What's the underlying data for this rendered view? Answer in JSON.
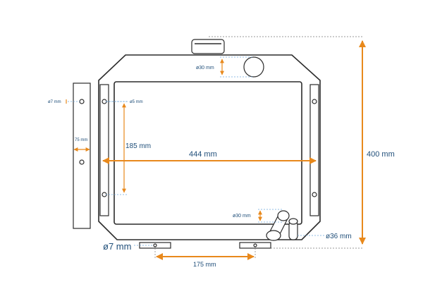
{
  "labels": {
    "height_total": "400 mm",
    "width_core": "444 mm",
    "mount_vertical": "185 mm",
    "bracket_width": "75 mm",
    "hole_left": "ø7 mm",
    "hole_bracket": "ø5 mm",
    "filler_neck": "ø30 mm",
    "outlet_pipe": "ø30 mm",
    "outlet_large": "ø36 mm",
    "bottom_hole": "ø7 mm",
    "bottom_spacing": "175 mm"
  },
  "colors": {
    "dimension": "#e8891c",
    "label": "#1f4e79",
    "outline": "#2b2b2b"
  }
}
